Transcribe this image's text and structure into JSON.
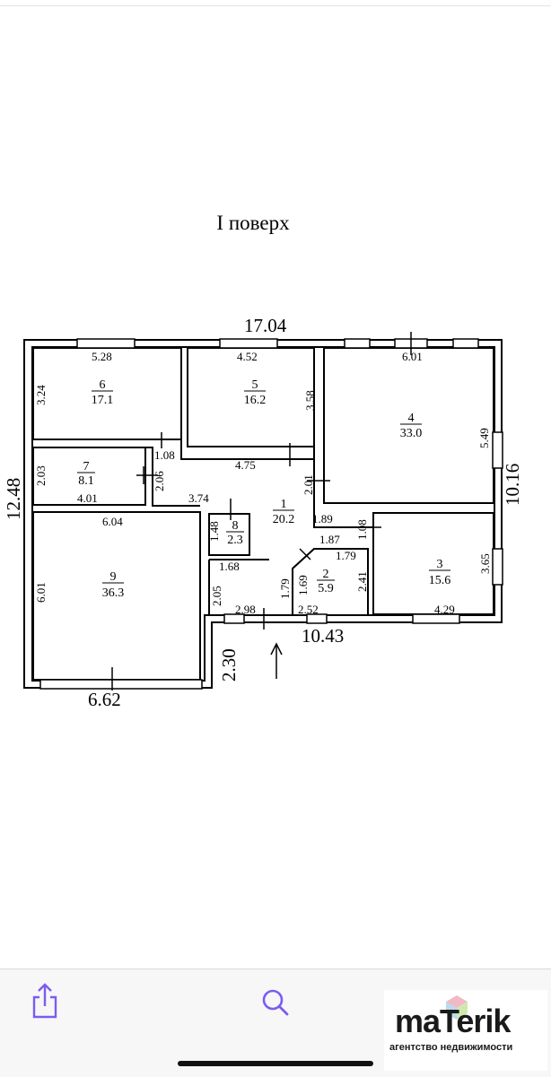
{
  "floor_title": "I поверх",
  "overall": {
    "width_top": "17.04",
    "height_left": "12.48",
    "height_right": "10.16",
    "width_lower": "10.43",
    "step": "2.30",
    "width_bottom": "6.62"
  },
  "rooms": [
    {
      "num": "1",
      "area": "20.2"
    },
    {
      "num": "2",
      "area": "5.9"
    },
    {
      "num": "3",
      "area": "15.6"
    },
    {
      "num": "4",
      "area": "33.0"
    },
    {
      "num": "5",
      "area": "16.2"
    },
    {
      "num": "6",
      "area": "17.1"
    },
    {
      "num": "7",
      "area": "8.1"
    },
    {
      "num": "8",
      "area": "2.3"
    },
    {
      "num": "9",
      "area": "36.3"
    }
  ],
  "inner_dims": {
    "r6_w": "5.28",
    "r6_h": "3.24",
    "r5_w": "4.52",
    "r5_h": "3.58",
    "r4_w": "6.01",
    "r4_h": "5.49",
    "r7_h": "2.03",
    "r7_w": "4.01",
    "r7_h2": "2.06",
    "d_108a": "1.08",
    "d_475": "4.75",
    "d_201": "2.01",
    "d_374": "3.74",
    "d_189": "1.89",
    "d_108b": "1.08",
    "d_187": "1.87",
    "d_179a": "1.79",
    "r3_h": "3.65",
    "r3_w": "4.29",
    "r9_w": "6.04",
    "r9_h": "6.01",
    "r8_h": "1.48",
    "d_168": "1.68",
    "d_205": "2.05",
    "d_298": "2.98",
    "d_252": "2.52",
    "d_179b": "1.79",
    "d_169": "1.69",
    "d_241": "2.41"
  },
  "toolbar": {
    "share_icon": "share-icon",
    "search_icon": "search-icon",
    "accent": "#7b5cf0"
  },
  "logo": {
    "word": "maTerik",
    "subtitle": "агентство недвижимости"
  }
}
